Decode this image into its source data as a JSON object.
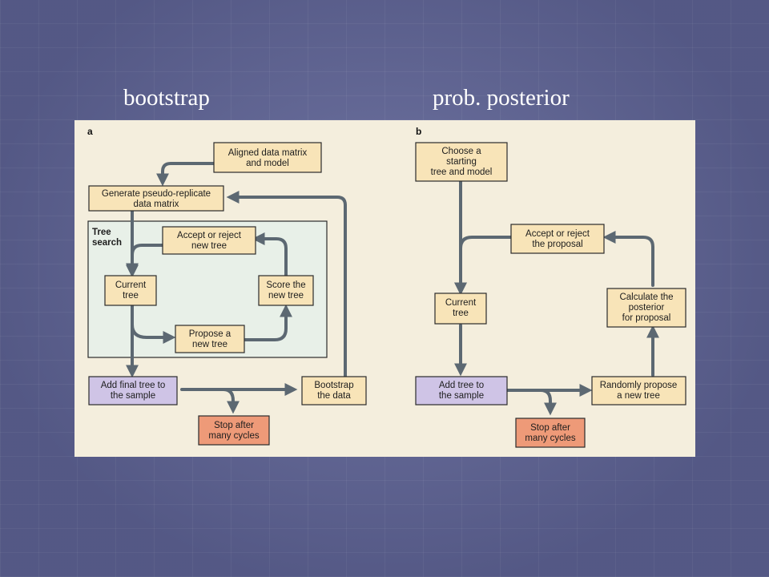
{
  "slide": {
    "title_left": "bootstrap",
    "title_right": "prob. posterior"
  },
  "panel_a": {
    "letter": "a",
    "tree_search_label": [
      "Tree",
      "search"
    ],
    "aligned_data": [
      "Aligned data matrix",
      "and model"
    ],
    "generate_pseudo": [
      "Generate pseudo-replicate",
      "data matrix"
    ],
    "accept_reject_tree": [
      "Accept or reject",
      "new tree"
    ],
    "current_tree": [
      "Current",
      "tree"
    ],
    "score_tree": [
      "Score the",
      "new tree"
    ],
    "propose_tree": [
      "Propose a",
      "new tree"
    ],
    "add_final_tree": [
      "Add final tree to",
      "the sample"
    ],
    "bootstrap_data": [
      "Bootstrap",
      "the data"
    ],
    "stop_cycles": [
      "Stop after",
      "many cycles"
    ]
  },
  "panel_b": {
    "letter": "b",
    "choose_start": [
      "Choose a",
      "starting",
      "tree and model"
    ],
    "accept_reject_proposal": [
      "Accept or reject",
      "the proposal"
    ],
    "current_tree": [
      "Current",
      "tree"
    ],
    "calculate_posterior": [
      "Calculate the",
      "posterior",
      "for proposal"
    ],
    "add_tree": [
      "Add tree to",
      "the sample"
    ],
    "randomly_propose": [
      "Randomly propose",
      "a new tree"
    ],
    "stop_cycles": [
      "Stop after",
      "many cycles"
    ]
  },
  "colors": {
    "box_fill": "#f8e4b8",
    "box_stroke": "#2b2b2b",
    "sample_fill": "#cfc4e6",
    "stop_fill": "#ee9a78",
    "tree_search_fill": "#e8f0e8",
    "arrow": "#5c6872"
  }
}
